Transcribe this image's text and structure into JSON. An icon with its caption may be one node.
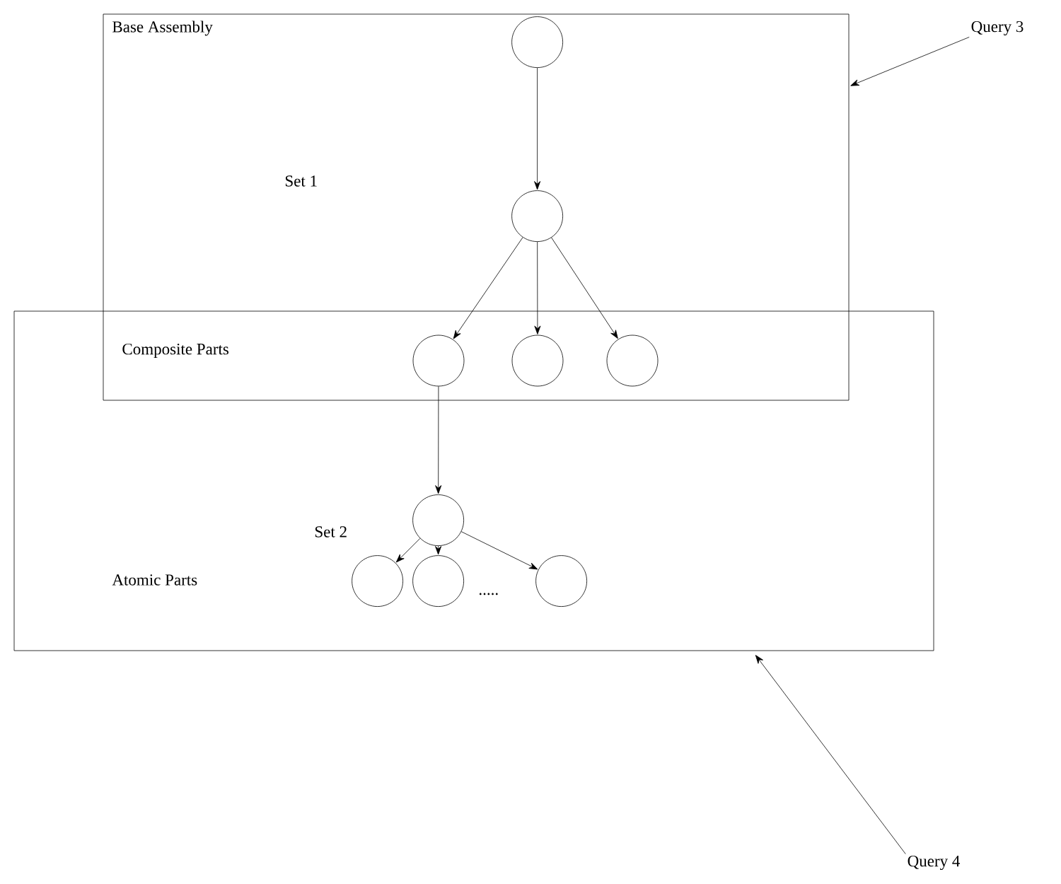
{
  "diagram": {
    "nodes": [
      {
        "text": [],
        "shape": "box"
      },
      {
        "text": [],
        "shape": "box"
      },
      {
        "text": [],
        "shape": "circle",
        "in": 0
      },
      {
        "text": [],
        "shape": "circle",
        "in": 0
      },
      {
        "text": [],
        "shape": "circle"
      },
      {
        "text": [],
        "shape": "circle"
      },
      {
        "text": [],
        "shape": "circle"
      },
      {
        "text": [],
        "shape": "circle",
        "in": 1
      },
      {
        "text": [],
        "shape": "circle",
        "in": 1
      },
      {
        "text": [],
        "shape": "circle",
        "in": 1
      },
      {
        "text": [],
        "shape": "circle",
        "in": 1
      },
      {
        "text": [
          "Query 3"
        ]
      },
      {
        "text": [
          "Query 4"
        ]
      }
    ],
    "edges": [
      {
        "from": 2,
        "to": 3,
        "arrow": "to"
      },
      {
        "from": 3,
        "to": 4,
        "arrow": "to"
      },
      {
        "from": 3,
        "to": 5,
        "arrow": "to"
      },
      {
        "from": 3,
        "to": 6,
        "arrow": "to"
      },
      {
        "from": 4,
        "to": 7,
        "arrow": "to"
      },
      {
        "from": 7,
        "to": 8,
        "arrow": "to"
      },
      {
        "from": 7,
        "to": 9,
        "arrow": "to"
      },
      {
        "from": 7,
        "to": 10,
        "arrow": "to"
      },
      {
        "from": 11,
        "to": 0,
        "arrow": "to"
      },
      {
        "from": 12,
        "to": 1,
        "arrow": "to"
      }
    ],
    "labels": [
      "Base Assembly",
      "Set 1",
      "Composite Parts",
      "Set 2",
      "Atomic Parts",
      "....."
    ]
  }
}
